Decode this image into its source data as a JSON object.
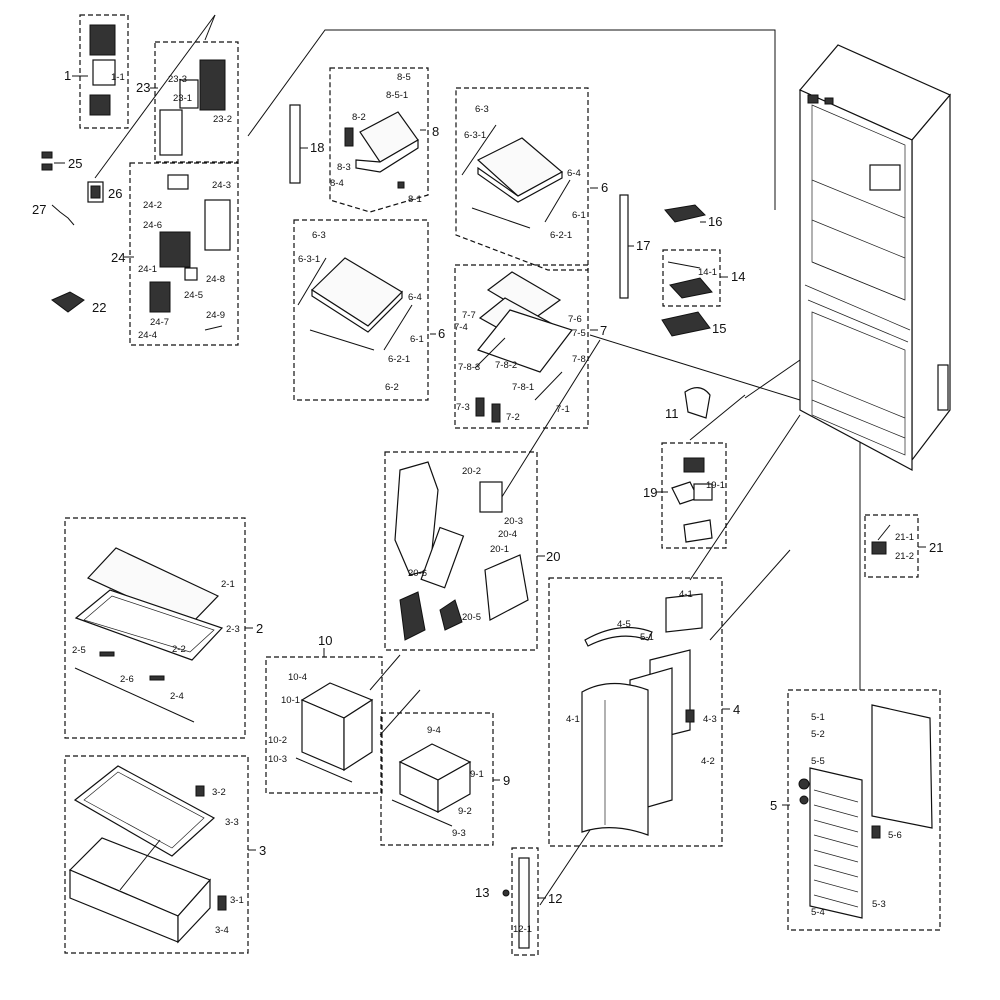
{
  "labels": {
    "g1": "1",
    "g1_1": "1-1",
    "g23": "23",
    "g23_3": "23-3",
    "g23_1": "23-1",
    "g23_2": "23-2",
    "g25": "25",
    "g26": "26",
    "g27": "27",
    "g22": "22",
    "g24": "24",
    "g24_2": "24-2",
    "g24_3": "24-3",
    "g24_6": "24-6",
    "g24_1": "24-1",
    "g24_8": "24-8",
    "g24_5": "24-5",
    "g24_7": "24-7",
    "g24_4": "24-4",
    "g24_9": "24-9",
    "g18": "18",
    "g8": "8",
    "g8_5": "8-5",
    "g8_5_1": "8-5-1",
    "g8_2": "8-2",
    "g8_3": "8-3",
    "g8_4": "8-4",
    "g8_1": "8-1",
    "g6a": "6",
    "g6a_3": "6-3",
    "g6a_3_1": "6-3-1",
    "g6a_4": "6-4",
    "g6a_1": "6-1",
    "g6a_2_1": "6-2-1",
    "g6b": "6",
    "g6b_3": "6-3",
    "g6b_3_1": "6-3-1",
    "g6b_4": "6-4",
    "g6b_1": "6-1",
    "g6b_2_1": "6-2-1",
    "g6b_2": "6-2",
    "g7": "7",
    "g7_7": "7-7",
    "g7_4": "7-4",
    "g7_6": "7-6",
    "g7_5": "7-5",
    "g7_8": "7-8",
    "g7_8_2": "7-8-2",
    "g7_8_3": "7-8-3",
    "g7_8_1": "7-8-1",
    "g7_3": "7-3",
    "g7_2": "7-2",
    "g7_1": "7-1",
    "g17": "17",
    "g16": "16",
    "g14": "14",
    "g14_1": "14-1",
    "g15": "15",
    "g11": "11",
    "g19": "19",
    "g19_1": "19-1",
    "g20": "20",
    "g20_2": "20-2",
    "g20_3": "20-3",
    "g20_4": "20-4",
    "g20_1": "20-1",
    "g20_6": "20-6",
    "g20_5": "20-5",
    "g21": "21",
    "g21_1": "21-1",
    "g21_2": "21-2",
    "g2": "2",
    "g2_1": "2-1",
    "g2_3": "2-3",
    "g2_2": "2-2",
    "g2_5": "2-5",
    "g2_6": "2-6",
    "g2_4": "2-4",
    "g3": "3",
    "g3_2": "3-2",
    "g3_3": "3-3",
    "g3_1": "3-1",
    "g3_4": "3-4",
    "g10": "10",
    "g10_4": "10-4",
    "g10_1": "10-1",
    "g10_2": "10-2",
    "g10_3": "10-3",
    "g9": "9",
    "g9_4": "9-4",
    "g9_1": "9-1",
    "g9_2": "9-2",
    "g9_3": "9-3",
    "g4": "4",
    "g4_1": "4-1",
    "g4_5": "4-5",
    "g5_1b": "5-1",
    "g4_1b": "4-1",
    "g4_3": "4-3",
    "g4_2": "4-2",
    "g13": "13",
    "g12": "12",
    "g12_1": "12-1",
    "g5": "5",
    "g5_1": "5-1",
    "g5_2": "5-2",
    "g5_5": "5-5",
    "g5_6": "5-6",
    "g5_4": "5-4",
    "g5_3": "5-3"
  }
}
